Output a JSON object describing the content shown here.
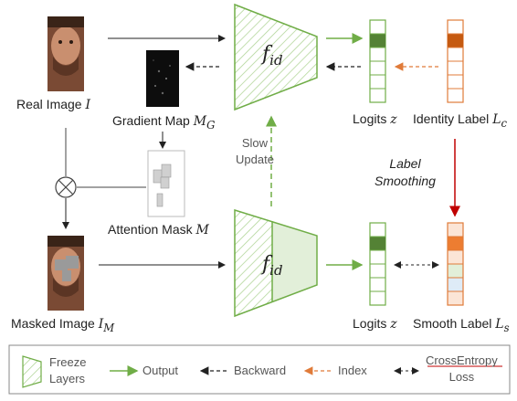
{
  "nodes": {
    "real_image": {
      "label": "Real Image",
      "symbol": "I"
    },
    "gradient_map": {
      "label": "Gradient Map",
      "symbol": "M",
      "sub": "G"
    },
    "attention_mask": {
      "label": "Attention Mask",
      "symbol": "M"
    },
    "masked_image": {
      "label": "Masked Image",
      "symbol": "I",
      "sub": "M"
    },
    "f_id_top": {
      "symbol": "f",
      "sub": "id"
    },
    "f_id_bottom": {
      "symbol": "f",
      "sub": "id"
    },
    "logits_top": {
      "label": "Logits",
      "symbol": "z"
    },
    "identity_label": {
      "label": "Identity Label",
      "symbol": "L",
      "sub": "c"
    },
    "logits_bottom": {
      "label": "Logits",
      "symbol": "z"
    },
    "smooth_label": {
      "label": "Smooth Label",
      "symbol": "L",
      "sub": "s"
    }
  },
  "edge_labels": {
    "slow_update_1": "Slow",
    "slow_update_2": "Update",
    "label_smoothing_1": "Label",
    "label_smoothing_2": "Smoothing"
  },
  "legend": {
    "freeze_1": "Freeze",
    "freeze_2": "Layers",
    "output": "Output",
    "backward": "Backward",
    "index": "Index",
    "crossentropy_1": "CrossEntropy",
    "crossentropy_2": "Loss"
  },
  "colors": {
    "green": "#70ad47",
    "green_dark": "#4e8a33",
    "orange": "#e07b39",
    "orange_dark": "#c55a11",
    "red": "#c00000",
    "light_green": "#e2efd9"
  }
}
